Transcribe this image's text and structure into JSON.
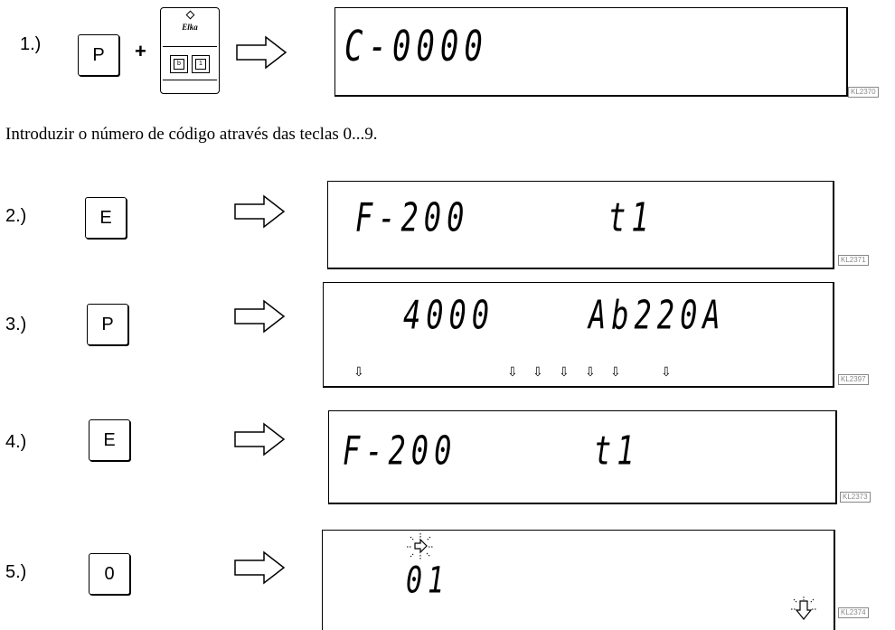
{
  "instruction": "Introduzir o número de código através das teclas 0...9.",
  "remote": {
    "brand": "Elka",
    "button_left": "b",
    "button_right": "1"
  },
  "steps": [
    {
      "num": "1.)",
      "key": "P",
      "plus": "+",
      "display_main": "C-0000",
      "display_right": "",
      "ref": "KL2370"
    },
    {
      "num": "2.)",
      "key": "E",
      "display_main": "F-200",
      "display_right": "t1",
      "ref": "KL2371"
    },
    {
      "num": "3.)",
      "key": "P",
      "display_main": "4000",
      "display_right": "Ab220A",
      "ref": "KL2397"
    },
    {
      "num": "4.)",
      "key": "E",
      "display_main": "F-200",
      "display_right": "t1",
      "ref": "KL2373"
    },
    {
      "num": "5.)",
      "key": "0",
      "display_main": "01",
      "display_right": "",
      "ref": "KL2374"
    }
  ],
  "arrow_glyph": "⇩"
}
